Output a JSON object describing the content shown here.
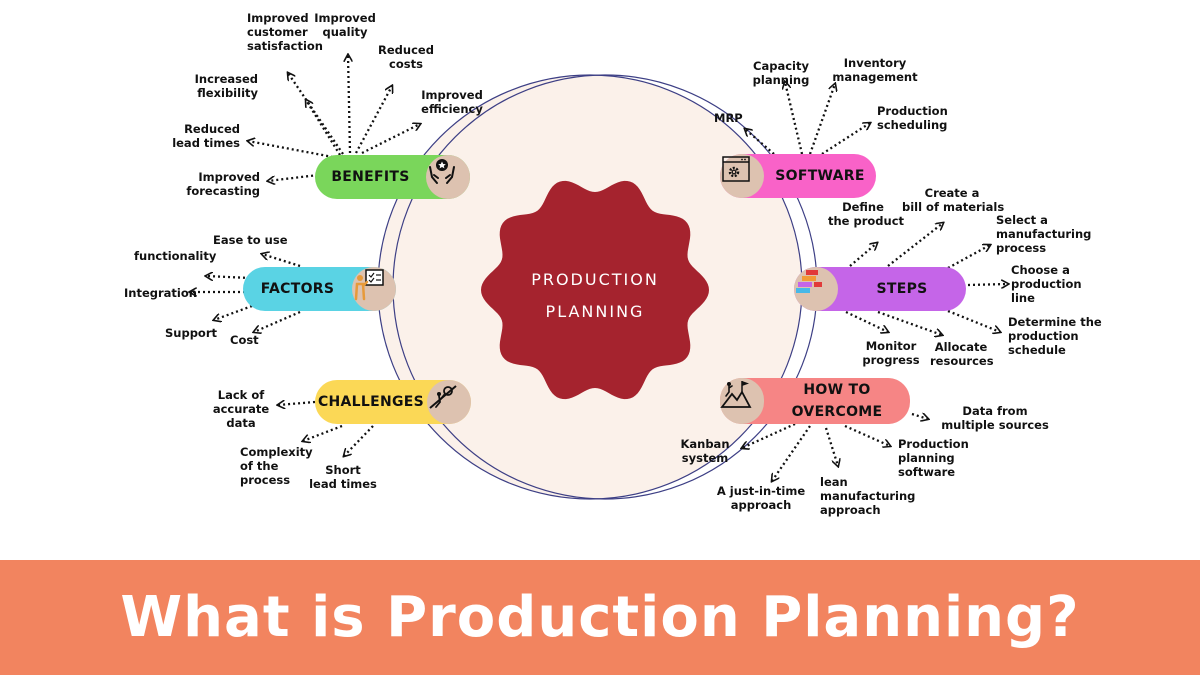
{
  "center": {
    "title": "PRODUCTION\nPLANNING",
    "color": "#a5232e"
  },
  "banner": {
    "title": "What is Production Planning?",
    "color": "#f2845f"
  },
  "branches": [
    {
      "id": "benefits",
      "label": "BENEFITS",
      "color": "#7ad65b",
      "icon": "hands-star-icon",
      "items": [
        "Improved\ncustomer\nsatisfaction",
        "Improved\nquality",
        "Reduced\ncosts",
        "Increased\nflexibility",
        "Improved\nefficiency",
        "Reduced\nlead times",
        "Improved\nforecasting"
      ]
    },
    {
      "id": "factors",
      "label": "FACTORS",
      "color": "#5ad3e4",
      "icon": "presenter-board-icon",
      "items": [
        "Ease to use",
        "functionality",
        "Integration",
        "Support",
        "Cost"
      ]
    },
    {
      "id": "challenges",
      "label": "CHALLENGES",
      "color": "#fbd856",
      "icon": "uphill-climb-icon",
      "items": [
        "Lack of\naccurate\ndata",
        "Complexity\nof the\nprocess",
        "Short\nlead times"
      ]
    },
    {
      "id": "software",
      "label": "SOFTWARE",
      "color": "#f962c8",
      "icon": "gear-window-icon",
      "items": [
        "Capacity\nplanning",
        "Inventory\nmanagement",
        "MRP",
        "Production\nscheduling"
      ]
    },
    {
      "id": "steps",
      "label": "STEPS",
      "color": "#c565e8",
      "icon": "stacked-blocks-icon",
      "items": [
        "Define\nthe product",
        "Create a\nbill of materials",
        "Select a\nmanufacturing\nprocess",
        "Choose a\nproduction\nline",
        "Determine the\nproduction\nschedule",
        "Monitor\nprogress",
        "Allocate\nresources"
      ]
    },
    {
      "id": "how",
      "label": "HOW TO\nOVERCOME",
      "color": "#f68585",
      "icon": "mountain-flag-icon",
      "items": [
        "Data from\nmultiple sources",
        "Kanban\nsystem",
        "Production\nplanning\nsoftware",
        "A just-in-time\napproach",
        "lean\nmanufacturing\napproach"
      ]
    }
  ]
}
